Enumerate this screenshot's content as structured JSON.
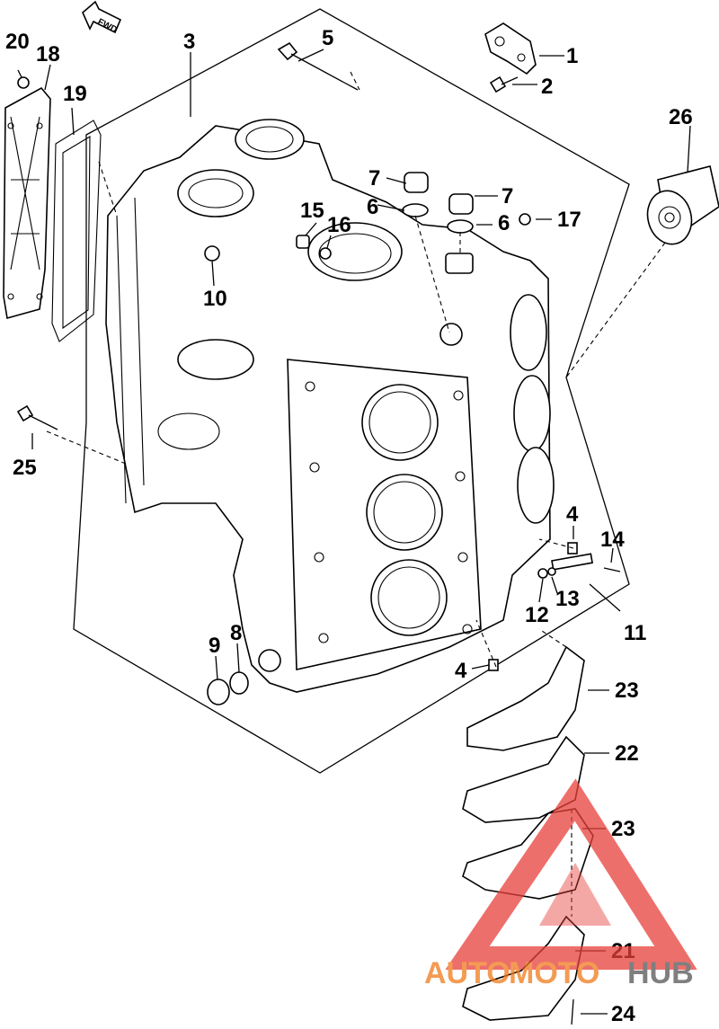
{
  "diagram": {
    "fwd_label": "FWD",
    "callouts": {
      "c1": "1",
      "c2": "2",
      "c3": "3",
      "c4a": "4",
      "c4b": "4",
      "c5": "5",
      "c6a": "6",
      "c6b": "6",
      "c7a": "7",
      "c7b": "7",
      "c8": "8",
      "c9": "9",
      "c10": "10",
      "c11": "11",
      "c12": "12",
      "c13": "13",
      "c14": "14",
      "c15": "15",
      "c16": "16",
      "c17": "17",
      "c18": "18",
      "c19": "19",
      "c20": "20",
      "c21": "21",
      "c22": "22",
      "c23a": "23",
      "c23b": "23",
      "c24": "24",
      "c25": "25",
      "c26": "26"
    }
  },
  "watermark": {
    "part1": "AUTO",
    "part2": "MOTO",
    "part3": "HUB",
    "color_primary": "#f07a1a",
    "color_dark": "#555555",
    "triangle_color": "#e8403a"
  }
}
